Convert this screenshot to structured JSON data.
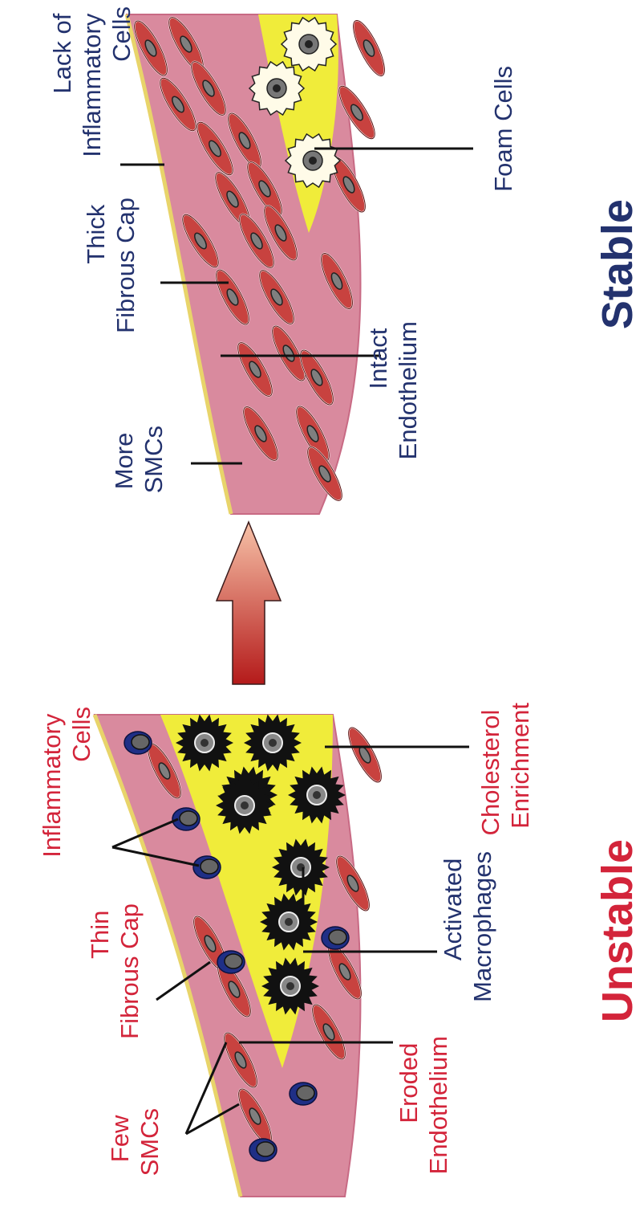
{
  "colors": {
    "unstable_text": "#d3243a",
    "stable_text": "#23326e",
    "wall": "#d98a9e",
    "wall_dark": "#c86a84",
    "lipid_core": "#f0ec3a",
    "smc_fill": "#c8423f",
    "nucleus": "#7f7f7f",
    "inflammatory_cell": "#1f2f86",
    "macrophage": "#111111",
    "arrow_top": "#f7c2a8",
    "arrow_bottom": "#b41a1a",
    "leader_line": "#111111"
  },
  "icons": {
    "smooth_muscle_cell": "spindle",
    "inflammatory_cell": "dark-blue-oval",
    "activated_macrophage": "spiky-black-cell",
    "foam_cell": "wavy-outline-cell",
    "transition_arrow": "gradient-up-arrow"
  },
  "unstable": {
    "title": "Unstable",
    "labels": {
      "few_smcs": [
        "Few",
        "SMCs"
      ],
      "thin_fibrous_cap": [
        "Thin",
        "Fibrous Cap"
      ],
      "inflammatory_cells": [
        "Inflammatory",
        "Cells"
      ],
      "eroded_endothelium": [
        "Eroded",
        "Endothelium"
      ],
      "activated_macrophages": [
        "Activated",
        "Macrophages"
      ],
      "cholesterol_enrichment": [
        "Cholesterol",
        "Enrichment"
      ]
    }
  },
  "stable": {
    "title": "Stable",
    "labels": {
      "more_smcs": [
        "More",
        "SMCs"
      ],
      "thick_fibrous_cap": [
        "Thick",
        "Fibrous Cap"
      ],
      "lack_of_inflammatory_cells": [
        "Lack of",
        "Inflammatory",
        "Cells"
      ],
      "intact_endothelium": [
        "Intact",
        "Endothelium"
      ],
      "foam_cells": [
        "Foam Cells"
      ]
    }
  }
}
